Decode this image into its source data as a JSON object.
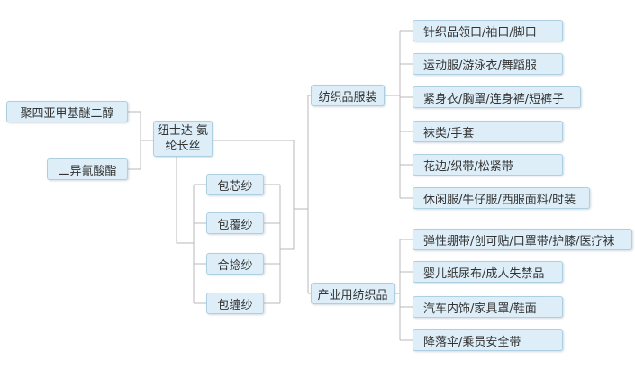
{
  "diagram": {
    "inputs": [
      "聚四亚甲基醚二醇",
      "二异氰酸酯"
    ],
    "product": "纽士达 氨纶长丝",
    "yarn_types": [
      "包芯纱",
      "包覆纱",
      "合捻纱",
      "包缠纱"
    ],
    "categories": [
      {
        "label": "纺织品服装",
        "items": [
          "针织品领口/袖口/脚口",
          "运动服/游泳衣/舞蹈服",
          "紧身衣/胸罩/连身裤/短裤子",
          "袜类/手套",
          "花边/织带/松紧带",
          "休闲服/牛仔服/西服面料/时装"
        ]
      },
      {
        "label": "产业用纺织品",
        "items": [
          "弹性绷带/创可贴/口罩带/护膝/医疗袜",
          "婴儿纸尿布/成人失禁品",
          "汽车内饰/家具罩/鞋面",
          "降落伞/乘员安全带"
        ]
      }
    ],
    "colors": {
      "node_fill": "#ddeef8",
      "node_border": "#aecfe2",
      "connector": "#b9b9b9",
      "text": "#333333"
    }
  }
}
